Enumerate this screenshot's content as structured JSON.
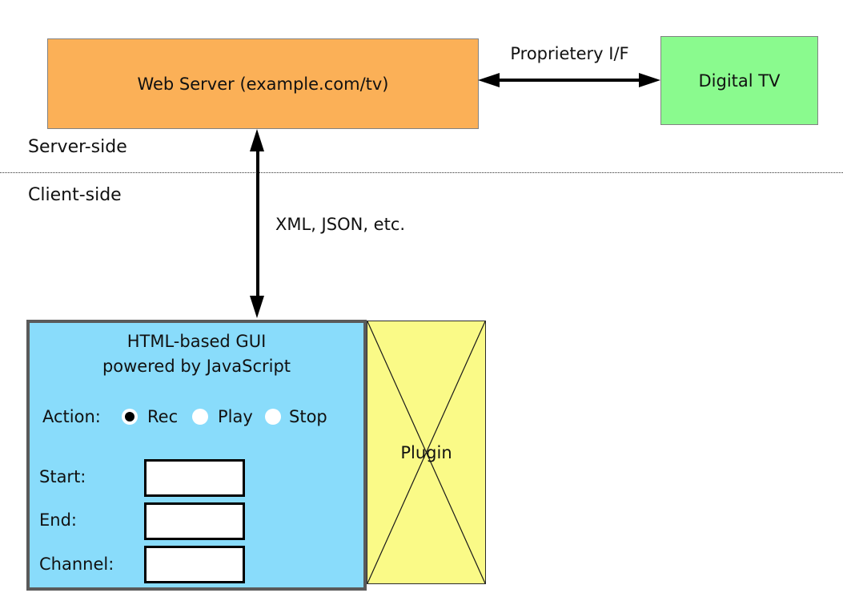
{
  "colors": {
    "server_box_fill": "#FBB057",
    "tv_box_fill": "#8AFA8E",
    "gui_box_fill": "#89DCFB",
    "gui_box_border": "#5a5a5a",
    "plugin_box_fill": "#FAFA87",
    "arrow": "#000000"
  },
  "nodes": {
    "web_server": {
      "label": "Web Server (example.com/tv)"
    },
    "digital_tv": {
      "label": "Digital TV"
    },
    "plugin": {
      "label": "Plugin"
    }
  },
  "annotations": {
    "proprietary_interface": "Proprietery I/F",
    "server_side": "Server-side",
    "client_side": "Client-side",
    "data_formats": "XML, JSON, etc."
  },
  "gui": {
    "title_line1": "HTML-based GUI",
    "title_line2": "powered by JavaScript",
    "action": {
      "label": "Action:",
      "options": [
        {
          "label": "Rec",
          "selected": true
        },
        {
          "label": "Play",
          "selected": false
        },
        {
          "label": "Stop",
          "selected": false
        }
      ]
    },
    "fields": [
      {
        "label": "Start:",
        "value": ""
      },
      {
        "label": "End:",
        "value": ""
      },
      {
        "label": "Channel:",
        "value": ""
      }
    ]
  }
}
